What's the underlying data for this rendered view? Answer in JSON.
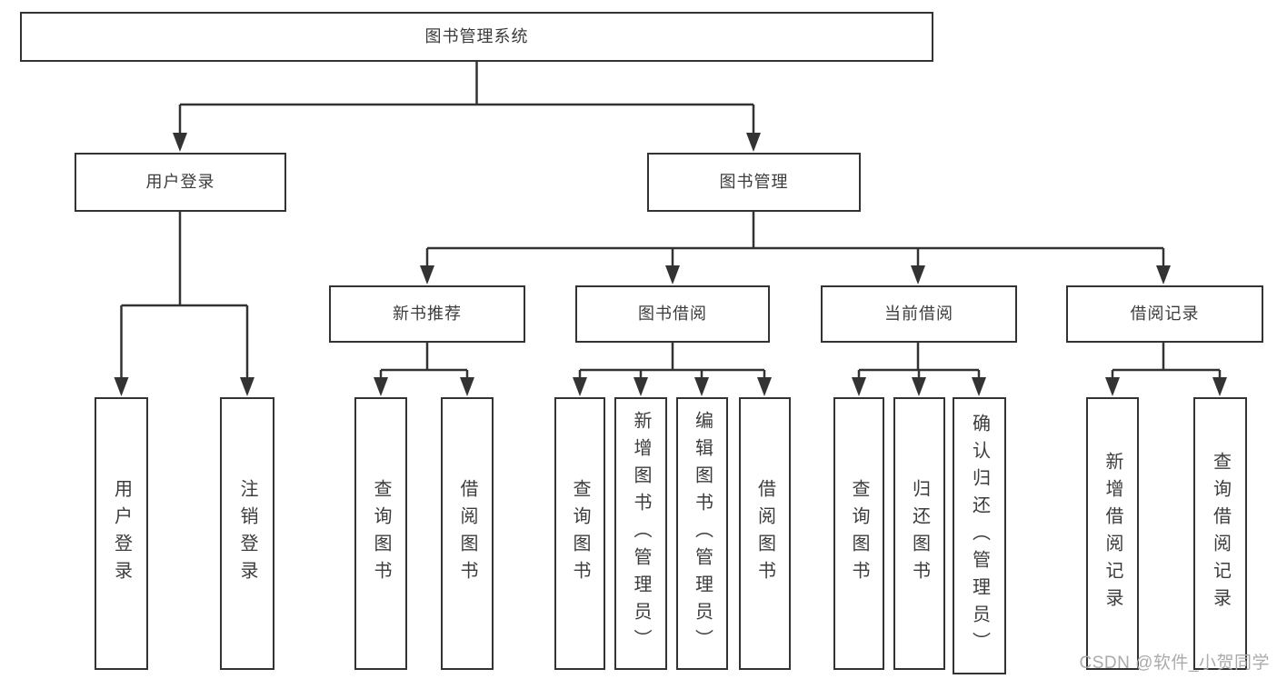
{
  "tree": {
    "label": "图书管理系统",
    "children": [
      {
        "label": "用户登录",
        "children": [
          {
            "label": "用户登录"
          },
          {
            "label": "注销登录"
          }
        ]
      },
      {
        "label": "图书管理",
        "children": [
          {
            "label": "新书推荐",
            "children": [
              {
                "label": "查询图书"
              },
              {
                "label": "借阅图书"
              }
            ]
          },
          {
            "label": "图书借阅",
            "children": [
              {
                "label": "查询图书"
              },
              {
                "label": "新增图书（管理员）"
              },
              {
                "label": "编辑图书（管理员）"
              },
              {
                "label": "借阅图书"
              }
            ]
          },
          {
            "label": "当前借阅",
            "children": [
              {
                "label": "查询图书"
              },
              {
                "label": "归还图书"
              },
              {
                "label": "确认归还（管理员）"
              }
            ]
          },
          {
            "label": "借阅记录",
            "children": [
              {
                "label": "新增借阅记录"
              },
              {
                "label": "查询借阅记录"
              }
            ]
          }
        ]
      }
    ]
  },
  "watermark": {
    "text": "CSDN @软件_小贺同学"
  },
  "colors": {
    "line": "#333333",
    "text": "#3c3c3c",
    "box_background": "#ffffff",
    "background": "#ffffff",
    "watermark": "#ababab"
  }
}
